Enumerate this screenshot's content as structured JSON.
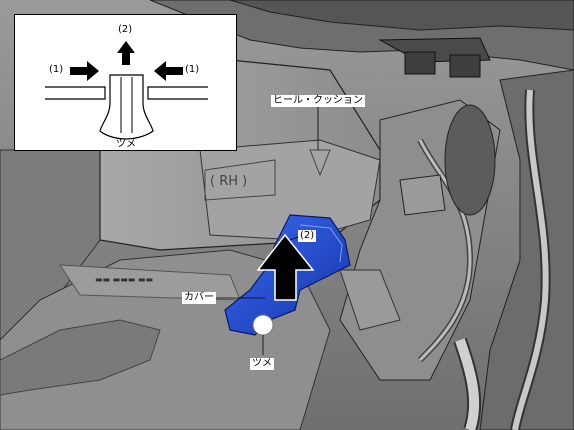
{
  "inset": {
    "label_1_left": "(1)",
    "label_1_right": "(1)",
    "label_2": "(2)",
    "claw_label": "ツメ"
  },
  "callouts": {
    "heel_cushion": "ヒール・クッション",
    "arrow_2": "(2)",
    "cover": "カバー",
    "claw": "ツメ"
  },
  "colors": {
    "cover_blue": "#1a3fbf",
    "background_gray": "#8a8a8a",
    "arrow_black": "#000000"
  }
}
